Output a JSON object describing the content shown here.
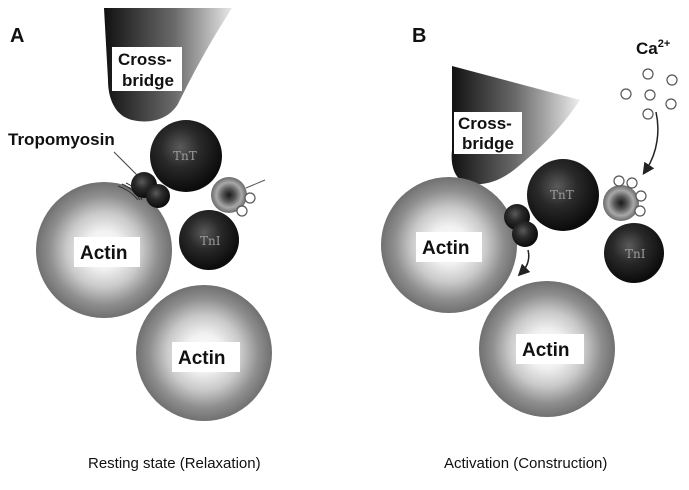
{
  "panels": [
    {
      "letter": "A",
      "caption": "Resting state (Relaxation)",
      "cross_bridge_line1": "Cross-",
      "cross_bridge_line2": "bridge",
      "tropomyosin": "Tropomyosin",
      "tnt": "TnT",
      "tni": "TnI",
      "actin_top": "Actin",
      "actin_bottom": "Actin"
    },
    {
      "letter": "B",
      "caption": "Activation  (Construction)",
      "cross_bridge_line1": "Cross-",
      "cross_bridge_line2": "bridge",
      "tnt": "TnT",
      "tni": "TnI",
      "actin_top": "Actin",
      "actin_bottom": "Actin",
      "calcium_base": "Ca",
      "calcium_sup": "2+"
    }
  ]
}
